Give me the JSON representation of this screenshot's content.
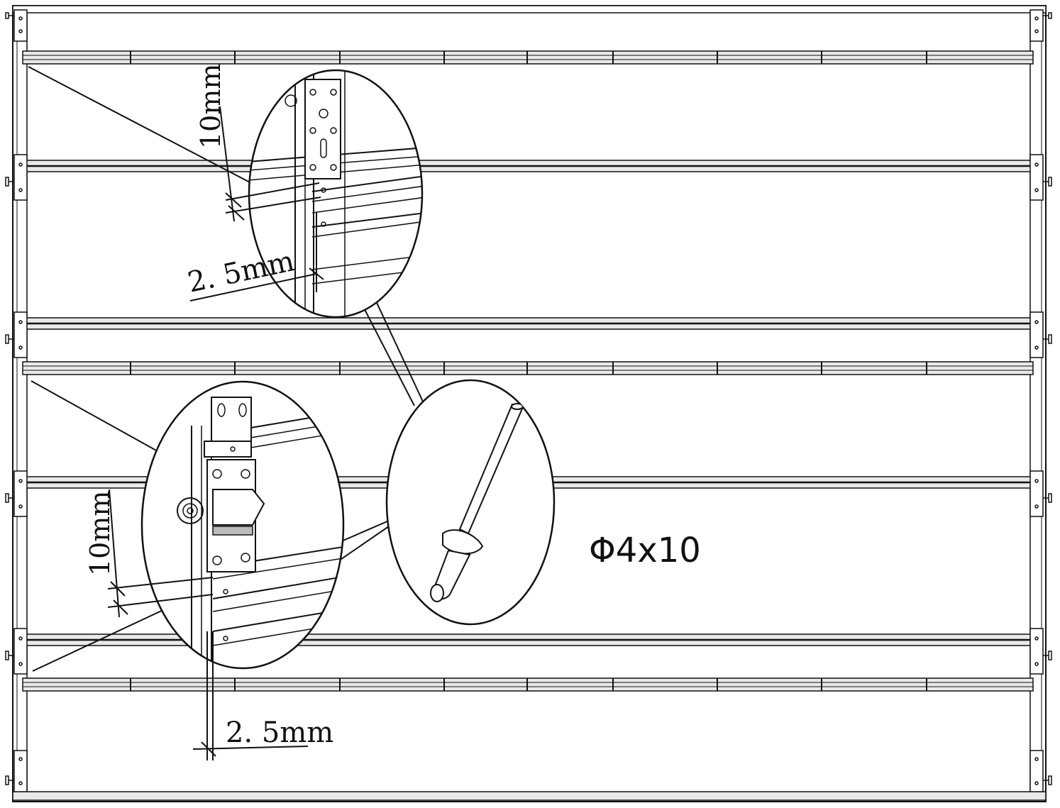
{
  "labels": {
    "top_detail_vertical_gap": "10mm",
    "top_detail_edge_gap": "2. 5mm",
    "bottom_detail_vertical_gap": "10mm",
    "bottom_detail_edge_gap": "2. 5mm",
    "rivet_spec": "Φ4x10"
  },
  "colors": {
    "line": "#111111",
    "panel_fill": "#ffffff",
    "rail_fill": "#e9e9e9"
  }
}
